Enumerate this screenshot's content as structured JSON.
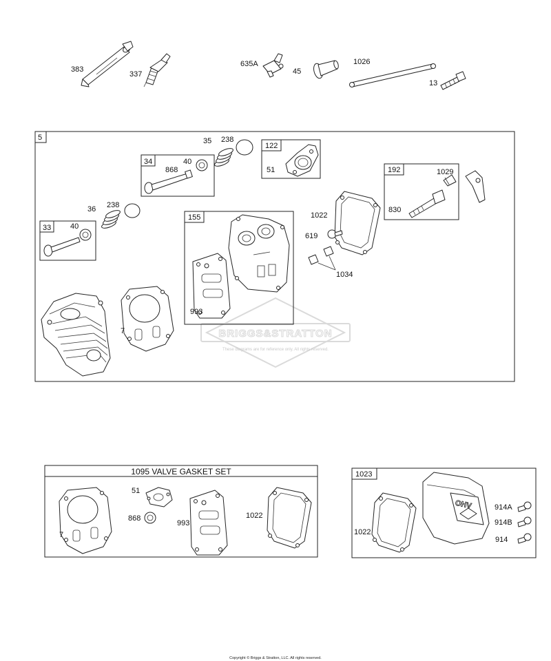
{
  "labels": {
    "p383": "383",
    "p337": "337",
    "p635A": "635A",
    "p45": "45",
    "p1026": "1026",
    "p13": "13",
    "p5": "5",
    "p35": "35",
    "p238a": "238",
    "p122": "122",
    "p51a": "51",
    "p34": "34",
    "p868a": "868",
    "p40a": "40",
    "p1029": "1029",
    "p192": "192",
    "p830": "830",
    "p36": "36",
    "p238b": "238",
    "p1022a": "1022",
    "p155": "155",
    "p33": "33",
    "p40b": "40",
    "p619": "619",
    "p1034": "1034",
    "p993a": "993",
    "p7a": "7",
    "p7b": "7",
    "p51b": "51",
    "p868b": "868",
    "p993b": "993",
    "p1022b": "1022",
    "p1023": "1023",
    "p1022c": "1022",
    "p914A": "914A",
    "p914B": "914B",
    "p914": "914"
  },
  "gasket_set_title": "1095 VALVE GASKET SET",
  "watermark": {
    "brand": "BRIGGS&STRATTON",
    "sub": "These diagrams are for reference only. All rights reserved."
  },
  "cover_text": "OHV",
  "copyright": "Copyright © Briggs & Stratton, LLC. All rights reserved."
}
